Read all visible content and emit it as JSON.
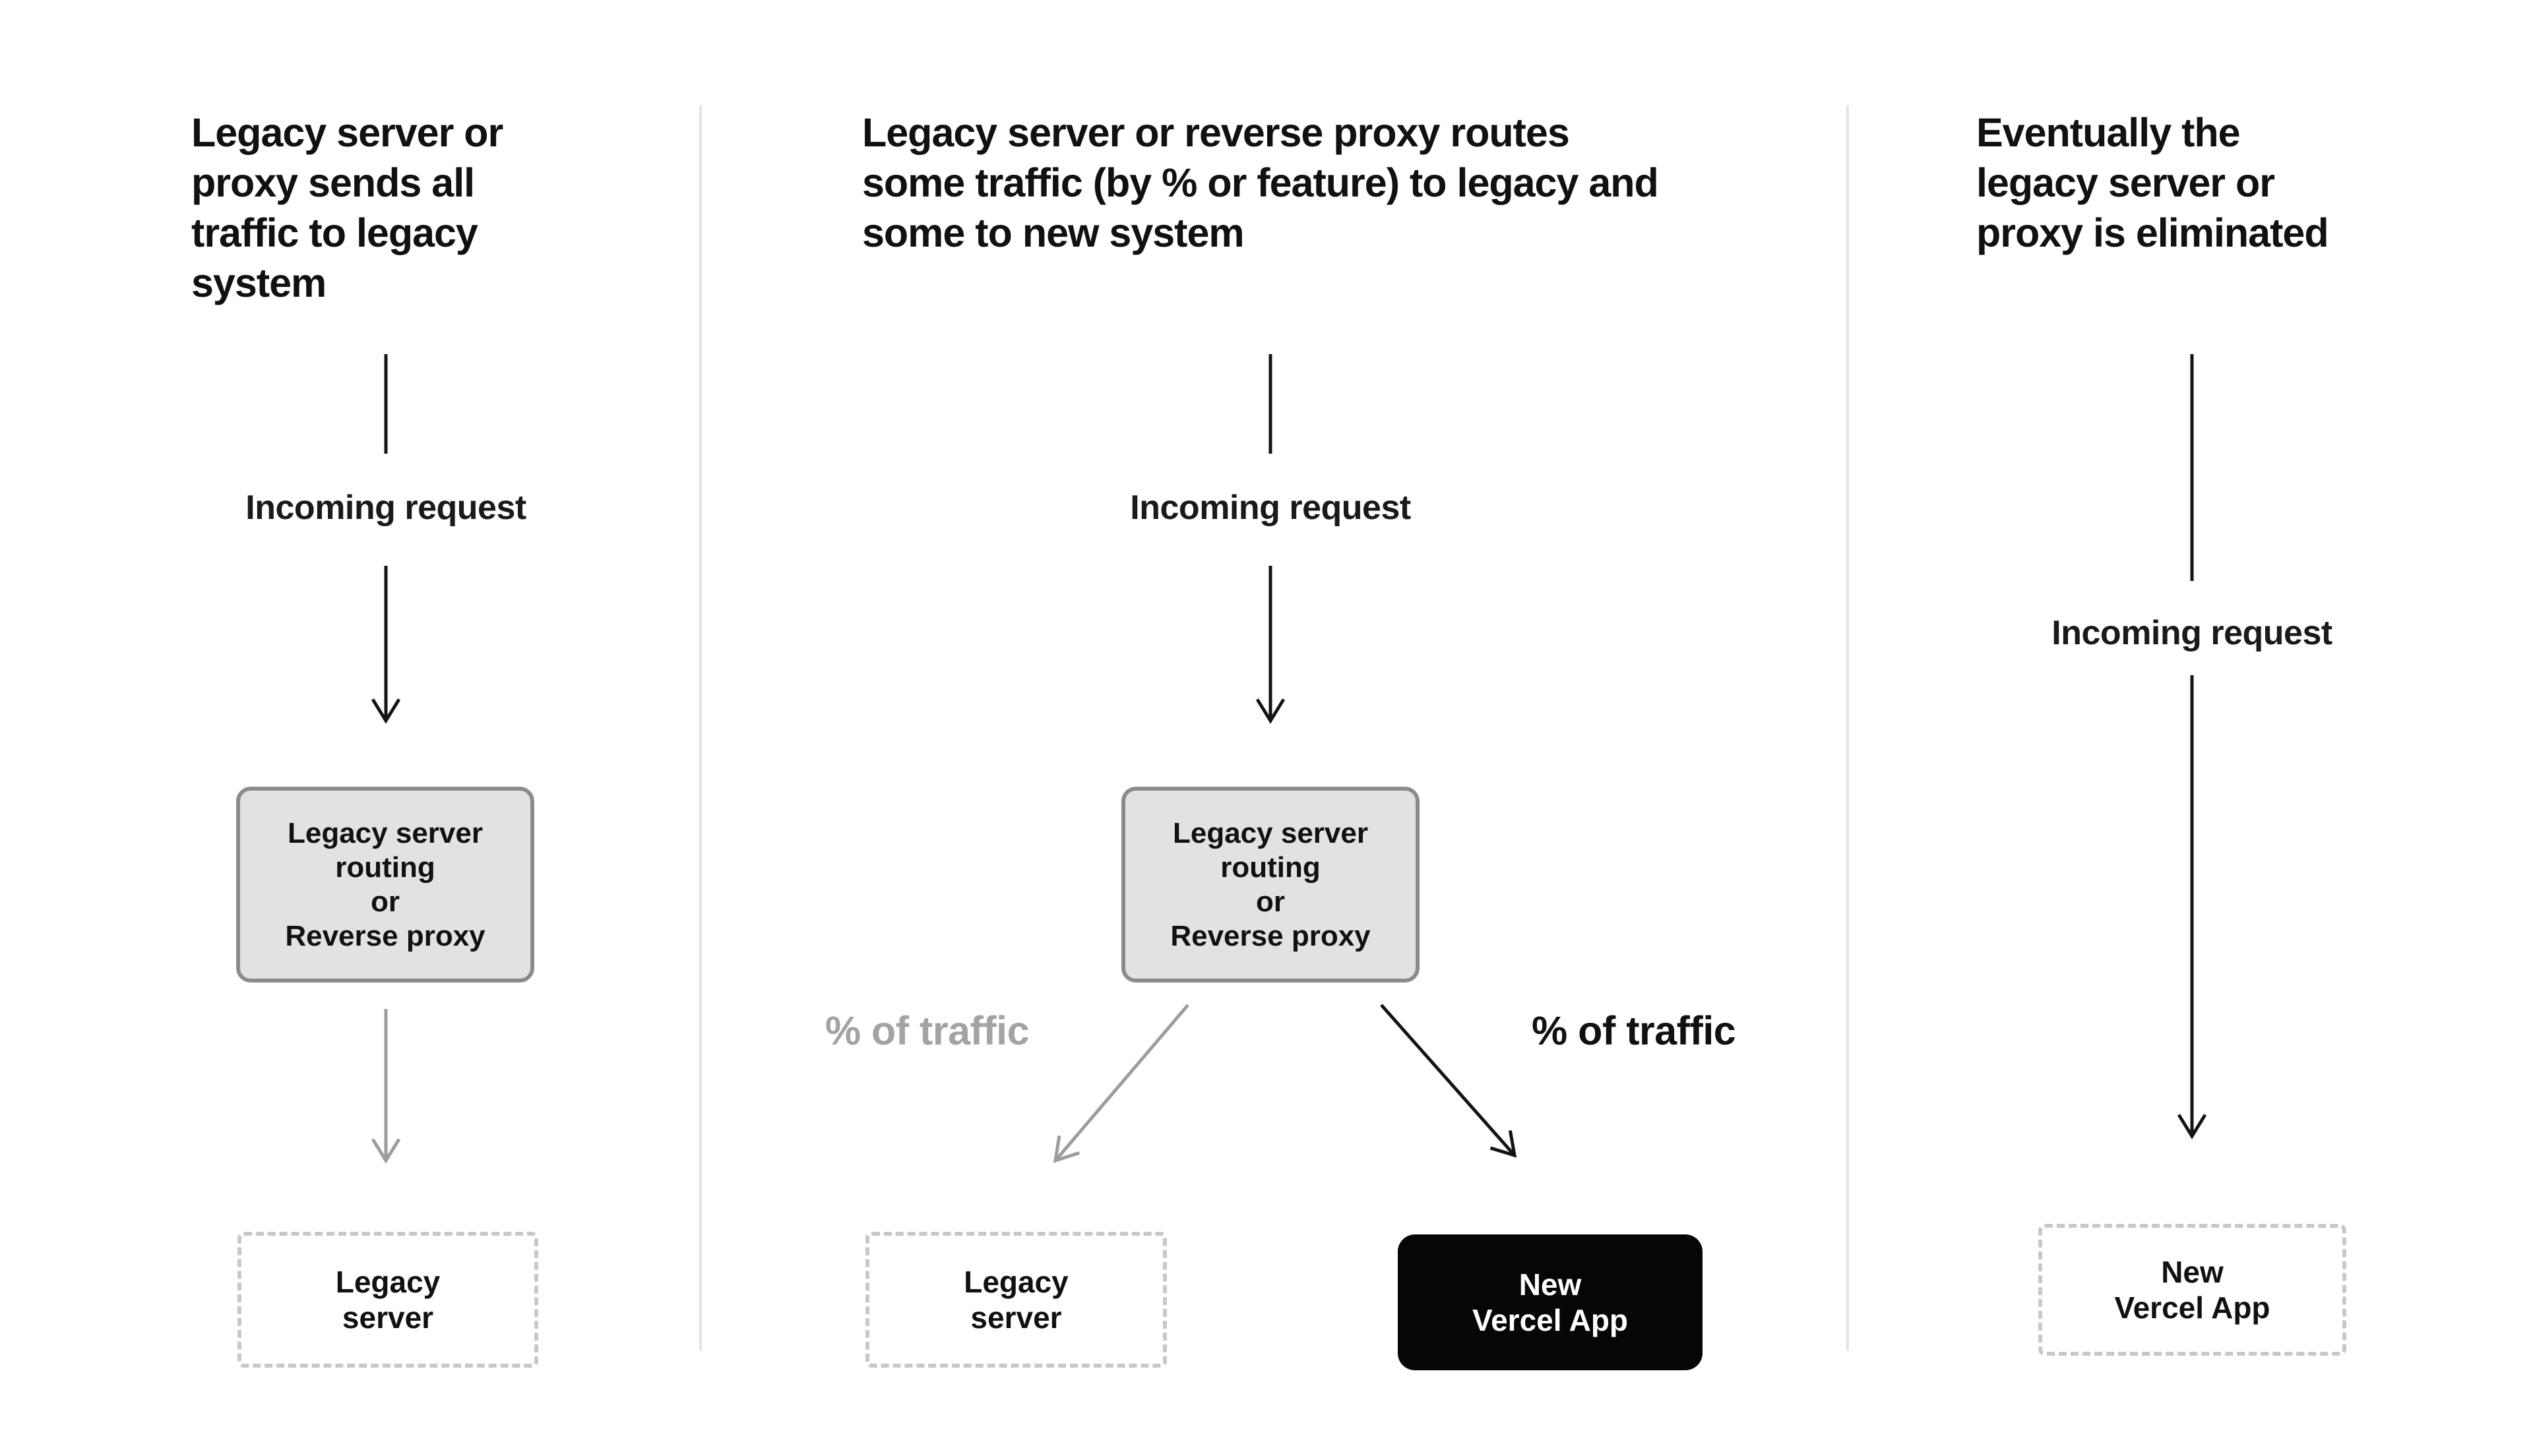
{
  "diagram": {
    "panels": [
      {
        "id": "all-traffic-to-legacy",
        "title": "Legacy server or\nproxy sends all\ntraffic to legacy\nsystem",
        "incoming_request_label": "Incoming request",
        "router_box_label": "Legacy server\nrouting\nor\nReverse proxy",
        "legacy_server_box_label": "Legacy\nserver"
      },
      {
        "id": "split-traffic",
        "title": "Legacy server or reverse proxy routes\nsome traffic (by % or feature) to legacy and\nsome to new system",
        "incoming_request_label": "Incoming request",
        "router_box_label": "Legacy server\nrouting\nor\nReverse proxy",
        "legacy_traffic_label": "% of traffic",
        "vercel_traffic_label": "% of traffic",
        "legacy_server_box_label": "Legacy\nserver",
        "vercel_app_box_label": "New\nVercel App"
      },
      {
        "id": "legacy-eliminated",
        "title": "Eventually the\nlegacy server or\nproxy is eliminated",
        "incoming_request_label": "Incoming request",
        "vercel_app_box_label": "New\nVercel App"
      }
    ],
    "colors": {
      "background": "#ffffff",
      "text": "#111111",
      "router_box_fill": "#e2e2e2",
      "router_box_border": "#8b8b8b",
      "dashed_box_border": "#c8c8c8",
      "solid_box_fill": "#060606",
      "solid_box_text": "#ffffff",
      "black_arrow": "#141414",
      "gray_arrow": "#9c9c9c",
      "gray_label": "#a3a3a3",
      "divider": "#e3e3e3"
    }
  }
}
